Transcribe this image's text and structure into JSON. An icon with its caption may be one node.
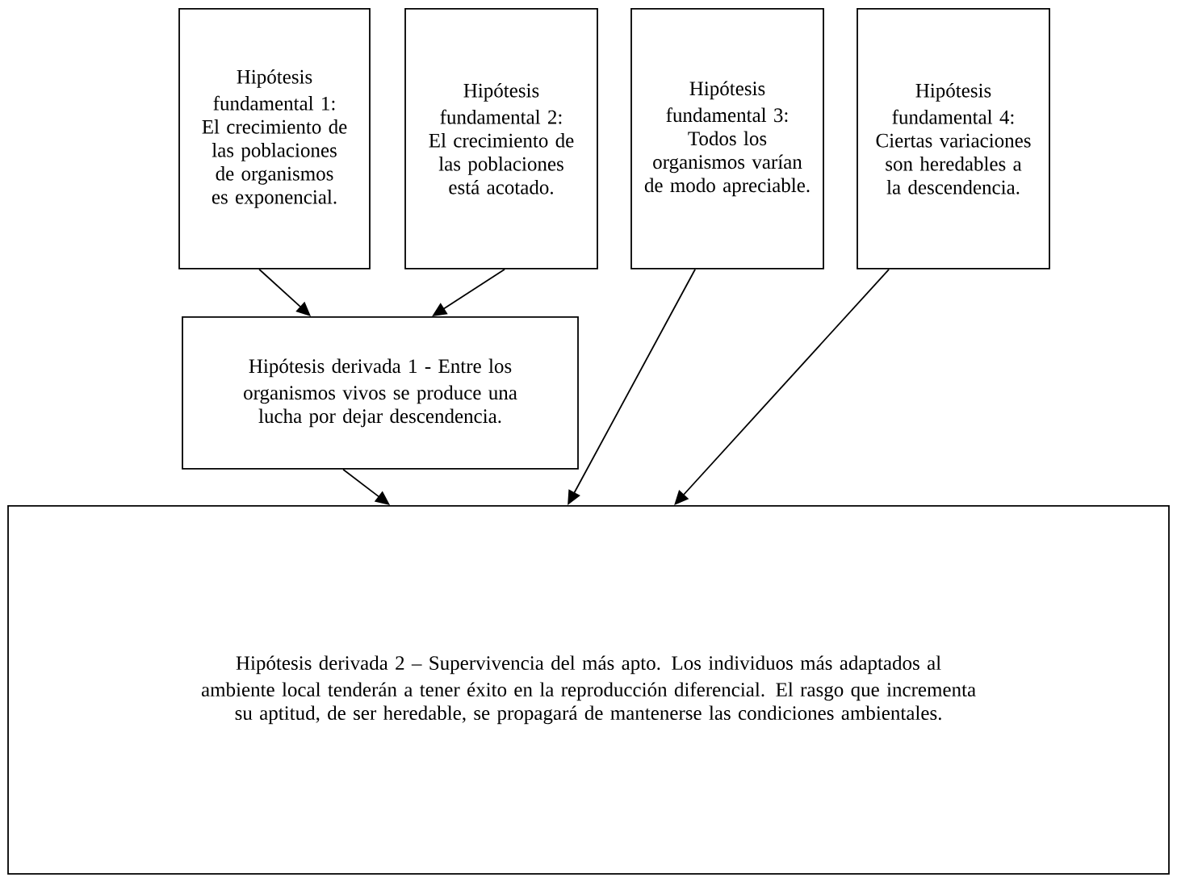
{
  "diagram": {
    "nodes": [
      {
        "text": [
          "Hipótesis fundamental 1:",
          "El crecimiento de las poblaciones de organismos es exponencial."
        ]
      },
      {
        "text": [
          "Hipótesis fundamental 2:",
          "El crecimiento de las poblaciones está acotado."
        ]
      },
      {
        "text": [
          "Hipótesis fundamental 3:",
          "Todos los organismos varían de modo apreciable."
        ]
      },
      {
        "text": [
          "Hipótesis fundamental 4:",
          "Ciertas variaciones son heredables a la descendencia."
        ]
      },
      {
        "text": [
          "Hipótesis derivada 1 - Entre los organismos vivos se produce una lucha por dejar descendencia."
        ]
      },
      {
        "text": [
          "Hipótesis derivada 2 – Supervivencia del más apto. Los individuos más adaptados al ambiente local tenderán a tener éxito en la reproducción diferencial. El rasgo que incrementa su aptitud, de ser heredable, se propagará de mantenerse las condiciones ambientales."
        ]
      }
    ],
    "edges": [
      {
        "from": 0,
        "to": 4,
        "arrow": "to"
      },
      {
        "from": 1,
        "to": 4,
        "arrow": "to"
      },
      {
        "from": 4,
        "to": 5,
        "arrow": "to"
      },
      {
        "from": 2,
        "to": 5,
        "arrow": "to"
      },
      {
        "from": 3,
        "to": 5,
        "arrow": "to"
      }
    ]
  }
}
